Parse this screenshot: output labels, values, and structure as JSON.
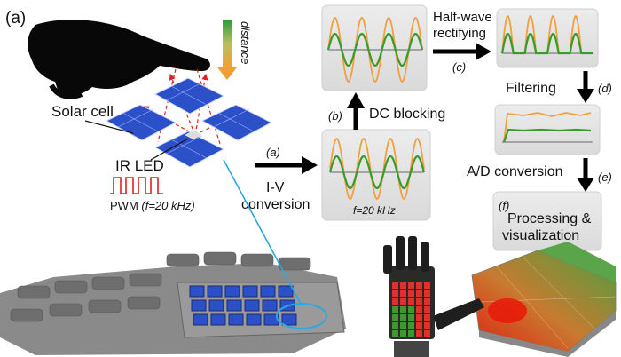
{
  "panel_letter": "(a)",
  "labels": {
    "distance": "distance",
    "solar_cell": "Solar cell",
    "ir_led": "IR LED",
    "pwm_prefix": "PWM ",
    "pwm_freq": "(f=20 kHz)",
    "step_a": "(a)",
    "iv_line1": "I-V",
    "iv_line2": "conversion",
    "box1_freq": "f=20 kHz",
    "step_b": "(b)",
    "dc_blocking": "DC blocking",
    "hw_line1": "Half-wave",
    "hw_line2": "rectifying",
    "step_c": "(c)",
    "filtering": "Filtering",
    "step_d": "(d)",
    "ad_conversion": "A/D conversion",
    "step_e": "(e)",
    "step_f": "(f)",
    "proc_line1": "Processing &",
    "proc_line2": "visualization"
  },
  "colors": {
    "orange_signal": "#f0a040",
    "green_signal": "#3a9a2a",
    "panel_blue": "#2c50c8",
    "box_gray": "#e2e2e2",
    "ray_red": "#e02020",
    "cyan_line": "#2aa8e0"
  },
  "icons": [
    "hand-icon",
    "distance-gradient-icon",
    "solar-array-icon",
    "pwm-pulse-icon",
    "robot-hand-icon",
    "sensor-skin-icon",
    "surface-plot-icon"
  ]
}
